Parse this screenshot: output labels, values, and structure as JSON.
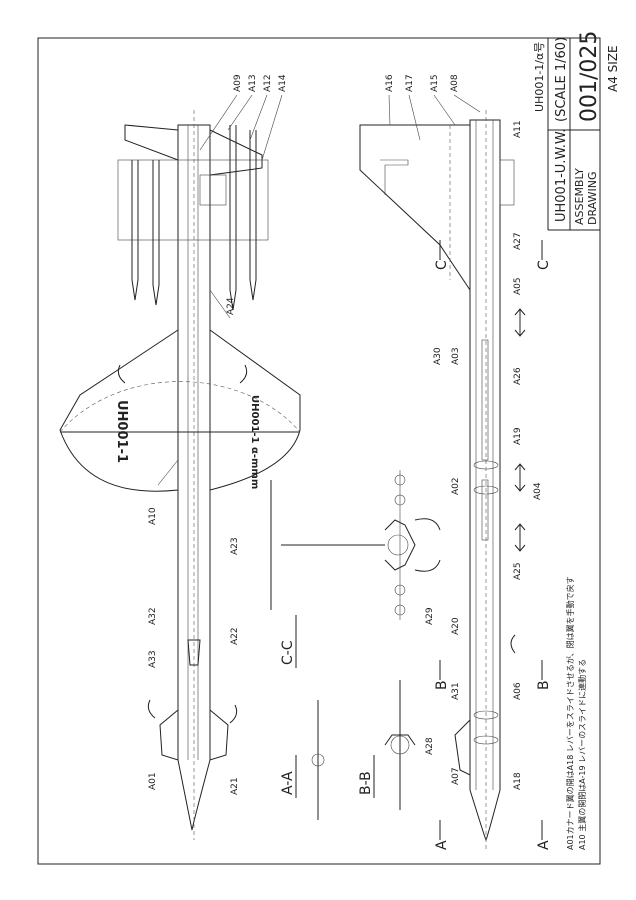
{
  "title_block": {
    "drawing_no": "UH001-1/α号",
    "name": "UH001-U.W.W.",
    "scale": "(SCALE 1/60)",
    "type_line1": "ASSEMBLY",
    "type_line2": "DRAWING",
    "sheet": "001/025",
    "paper": "A4 SIZE"
  },
  "views": {
    "aa": "A-A",
    "bb": "B-B",
    "cc": "C-C",
    "section_a": "A",
    "section_b": "B",
    "section_c": "C"
  },
  "wing_marking": "UH001-1",
  "wing_marking_small": "UH001-1 α-mmm",
  "notes": {
    "line1": "A01カナード翼の開はA18 レバーをスライドさせるが、閉は翼を手動で戻す",
    "line2": "A10 主翼の開閉はA-19 レバーのスライドに連動する"
  },
  "callouts": {
    "a01": "A01",
    "a02": "A02",
    "a03": "A03",
    "a04": "A04",
    "a05": "A05",
    "a06": "A06",
    "a07": "A07",
    "a08": "A08",
    "a09": "A09",
    "a10": "A10",
    "a11": "A11",
    "a12": "A12",
    "a13": "A13",
    "a14": "A14",
    "a15": "A15",
    "a16": "A16",
    "a17": "A17",
    "a18": "A18",
    "a19": "A19",
    "a20": "A20",
    "a21": "A21",
    "a22": "A22",
    "a23": "A23",
    "a24": "A24",
    "a25": "A25",
    "a26": "A26",
    "a27": "A27",
    "a28": "A28",
    "a29": "A29",
    "a30": "A30",
    "a31": "A31",
    "a32": "A32",
    "a33": "A33"
  }
}
